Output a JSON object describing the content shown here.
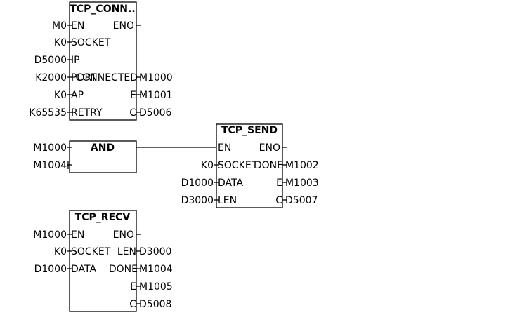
{
  "blocks": {
    "tcp_conn": {
      "title": "TCP_CONN..",
      "in_en_var": "M0",
      "in_en_pin": "EN",
      "out_eno_pin": "ENO",
      "in_socket_var": "K0",
      "in_socket_pin": "SOCKET",
      "in_ip_var": "D5000",
      "in_ip_pin": "IP",
      "in_port_var": "K2000",
      "in_port_pin": "PORT",
      "out_connected_pin": "CONNECTED",
      "out_connected_var": "M1000",
      "in_ap_var": "K0",
      "in_ap_pin": "AP",
      "out_e_pin": "E",
      "out_e_var": "M1001",
      "in_retry_var": "K65535",
      "in_retry_pin": "RETRY",
      "out_c_pin": "C",
      "out_c_var": "D5006"
    },
    "and": {
      "title": "AND",
      "in1_var": "M1000",
      "in2_var": "M1004"
    },
    "tcp_send": {
      "title": "TCP_SEND",
      "in_en_pin": "EN",
      "out_eno_pin": "ENO",
      "in_socket_var": "K0",
      "in_socket_pin": "SOCKET",
      "out_done_pin": "DONE",
      "out_done_var": "M1002",
      "out_e_pin": "E",
      "out_e_var": "M1003",
      "in_data_var": "D1000",
      "in_data_pin": "DATA",
      "in_len_var": "D3000",
      "in_len_pin": "LEN",
      "out_c_pin": "C",
      "out_c_var": "D5007"
    },
    "tcp_recv": {
      "title": "TCP_RECV",
      "in_en_var": "M1000",
      "in_en_pin": "EN",
      "out_eno_pin": "ENO",
      "in_socket_var": "K0",
      "in_socket_pin": "SOCKET",
      "out_len_pin": "LEN",
      "out_len_var": "D3000",
      "in_data_var": "D1000",
      "in_data_pin": "DATA",
      "out_done_pin": "DONE",
      "out_done_var": "M1004",
      "out_e_pin": "E",
      "out_e_var": "M1005",
      "out_c_pin": "C",
      "out_c_var": "D5008"
    }
  }
}
